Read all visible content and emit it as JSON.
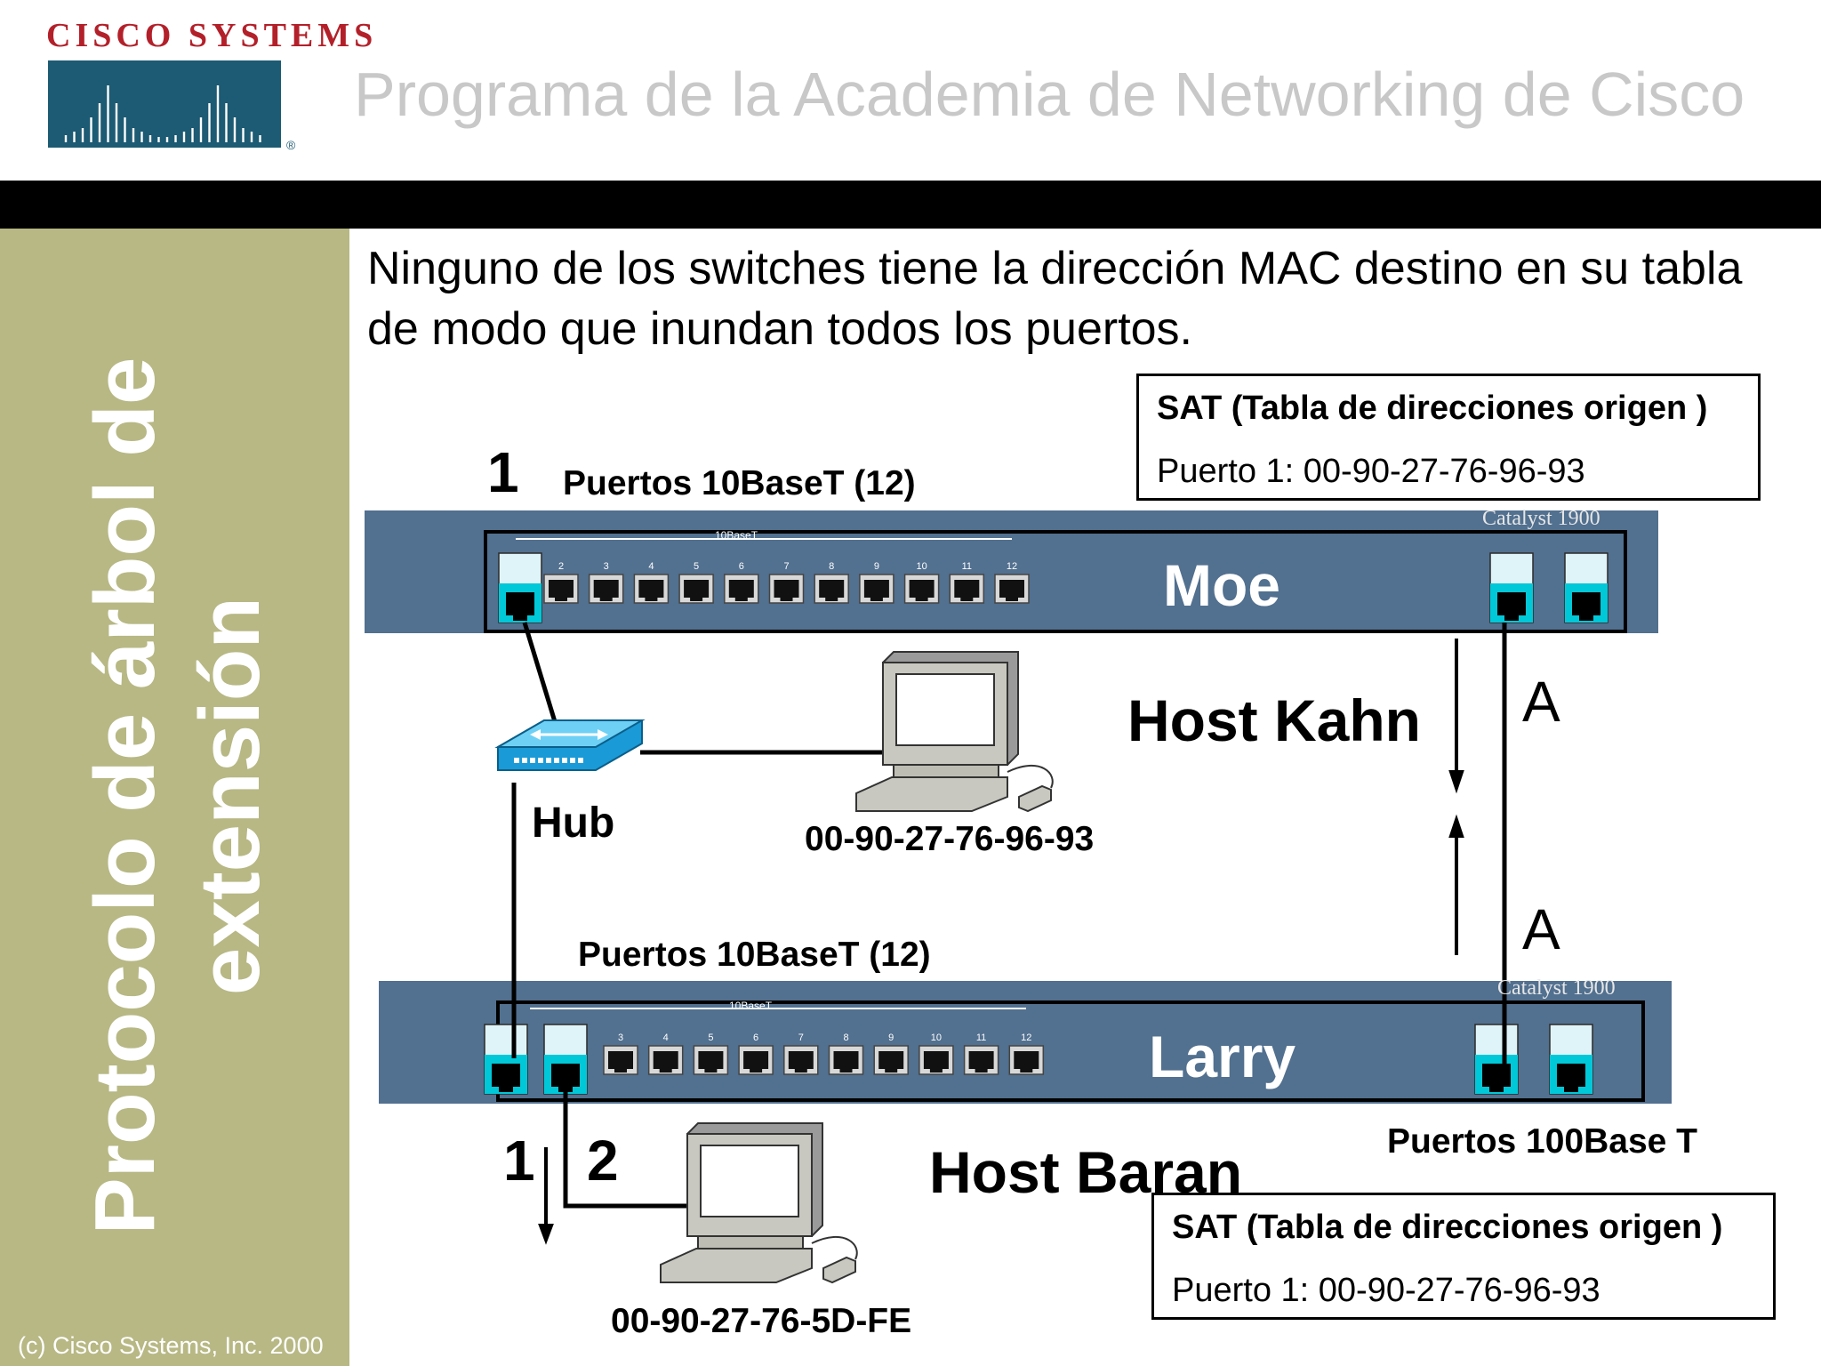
{
  "header": {
    "logo_text": "Cisco Systems",
    "title": "Programa de la Academia de Networking de Cisco"
  },
  "sidebar": {
    "title_line1": "Protocolo de árbol de",
    "title_line2": "extensión",
    "copyright": "(c) Cisco Systems, Inc. 2000"
  },
  "intro_text": "Ninguno de los switches tiene la dirección MAC destino en su tabla de modo que inundan todos los puertos.",
  "sat_top": {
    "title": "SAT (Tabla de direcciones origen )",
    "entry": "Puerto 1: 00-90-27-76-96-93"
  },
  "sat_bottom": {
    "title": "SAT (Tabla de direcciones origen )",
    "entry": "Puerto 1: 00-90-27-76-96-93"
  },
  "switch_top": {
    "name": "Moe",
    "model": "Catalyst 1900",
    "ports_label": "Puertos 10BaseT (12)",
    "port_number": "1",
    "group_label": "10BaseT",
    "port_numbers": [
      "2",
      "3",
      "4",
      "5",
      "6",
      "7",
      "8",
      "9",
      "10",
      "11",
      "12"
    ]
  },
  "switch_bottom": {
    "name": "Larry",
    "model": "Catalyst 1900",
    "ports_label": "Puertos 10BaseT (12)",
    "group_label": "10BaseT",
    "port_numbers": [
      "3",
      "4",
      "5",
      "6",
      "7",
      "8",
      "9",
      "10",
      "11",
      "12"
    ],
    "uplink_ports_label": "Puertos 100Base T"
  },
  "hub_label": "Hub",
  "host_kahn": {
    "name": "Host Kahn",
    "mac": "00-90-27-76-96-93"
  },
  "host_baran": {
    "name": "Host Baran",
    "mac": "00-90-27-76-5D-FE"
  },
  "link_labels": {
    "a_top": "A",
    "a_bottom": "A"
  },
  "bottom_ports": {
    "p1": "1",
    "p2": "2"
  },
  "colors": {
    "switch_body": "#52708f",
    "port_accent": "#00c8d8",
    "hub": "#1a9ad6",
    "logo_red": "#b3202a",
    "logo_bars": "#1d5a73",
    "sidebar": "#b7b884",
    "header_title": "#c8c8c8"
  }
}
